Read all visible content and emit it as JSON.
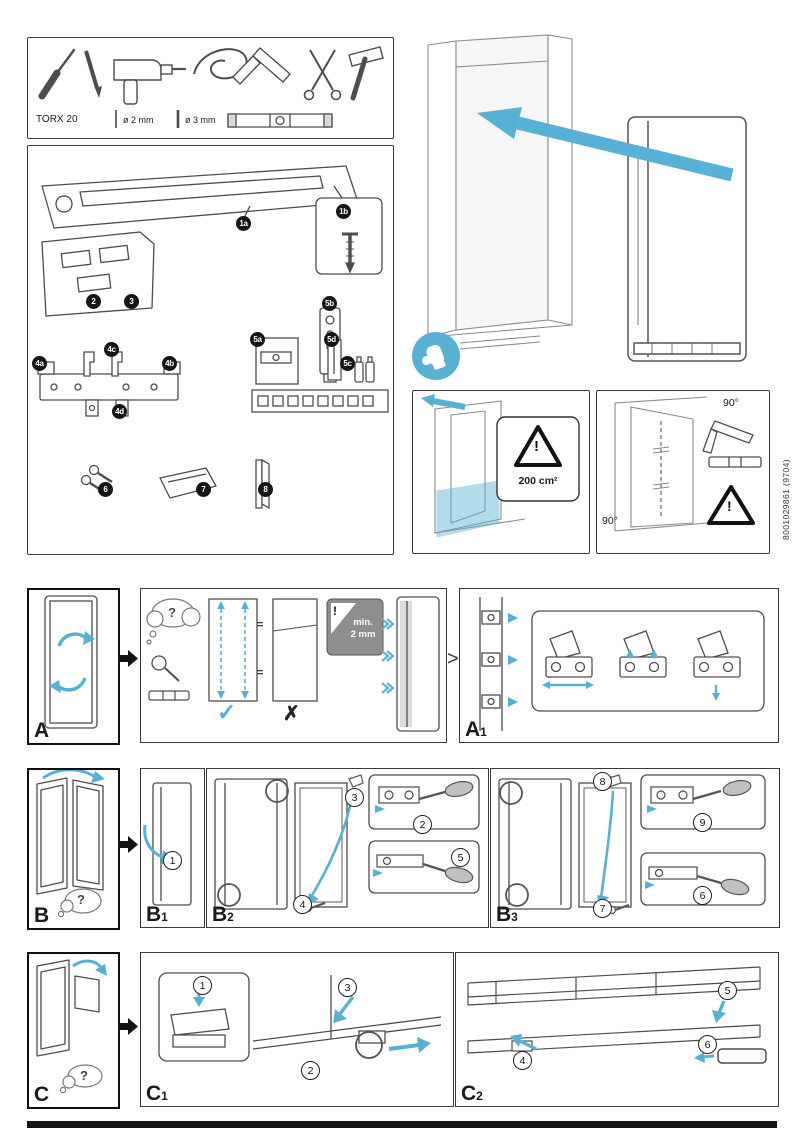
{
  "colors": {
    "accent": "#57b1d4",
    "ink": "#1a1a1a",
    "line": "#4d4d4d"
  },
  "doc_number": "8001029861 (9704)",
  "tools": {
    "torx": "TORX 20",
    "bit2": "ø 2 mm",
    "bit3": "ø 3 mm"
  },
  "icons": {
    "tools": [
      "screwdriver",
      "pencil",
      "cordless-drill",
      "cord",
      "try-square",
      "scissors",
      "hammer",
      "drill-bit",
      "spirit-level"
    ],
    "safety": "protective-gloves",
    "warning": "warning-triangle",
    "thought": "question-cloud"
  },
  "parts": {
    "callouts": {
      "k1a": "1a",
      "k1b": "1b",
      "k2": "2",
      "k3": "3",
      "k4a": "4a",
      "k4b": "4b",
      "k4c": "4c",
      "k4d": "4d",
      "k5a": "5a",
      "k5b": "5b",
      "k5c": "5c",
      "k5d": "5d",
      "k6": "6",
      "k7": "7",
      "k8": "8"
    }
  },
  "notices": {
    "ventilation_area": "200 cm²",
    "angle_top": "90°",
    "angle_bottom": "90°",
    "min_clearance_1": "min.",
    "min_clearance_2": "2 mm"
  },
  "sections": {
    "a": {
      "label": "A"
    },
    "a1": {
      "main": "A",
      "index": "1"
    },
    "b": {
      "label": "B"
    },
    "b1": {
      "main": "B",
      "index": "1"
    },
    "b2": {
      "main": "B",
      "index": "2"
    },
    "b3": {
      "main": "B",
      "index": "3"
    },
    "c": {
      "label": "C"
    },
    "c1": {
      "main": "C",
      "index": "1"
    },
    "c2": {
      "main": "C",
      "index": "2"
    }
  },
  "steps_b": [
    "1",
    "2",
    "3",
    "4",
    "5",
    "6",
    "7",
    "8",
    "9"
  ],
  "steps_c": [
    "1",
    "2",
    "3",
    "4",
    "5",
    "6"
  ],
  "glyphs": {
    "question": "?",
    "check": "✓",
    "cross": "✗",
    "equal": "=",
    "gt": ">",
    "warning": "!"
  }
}
